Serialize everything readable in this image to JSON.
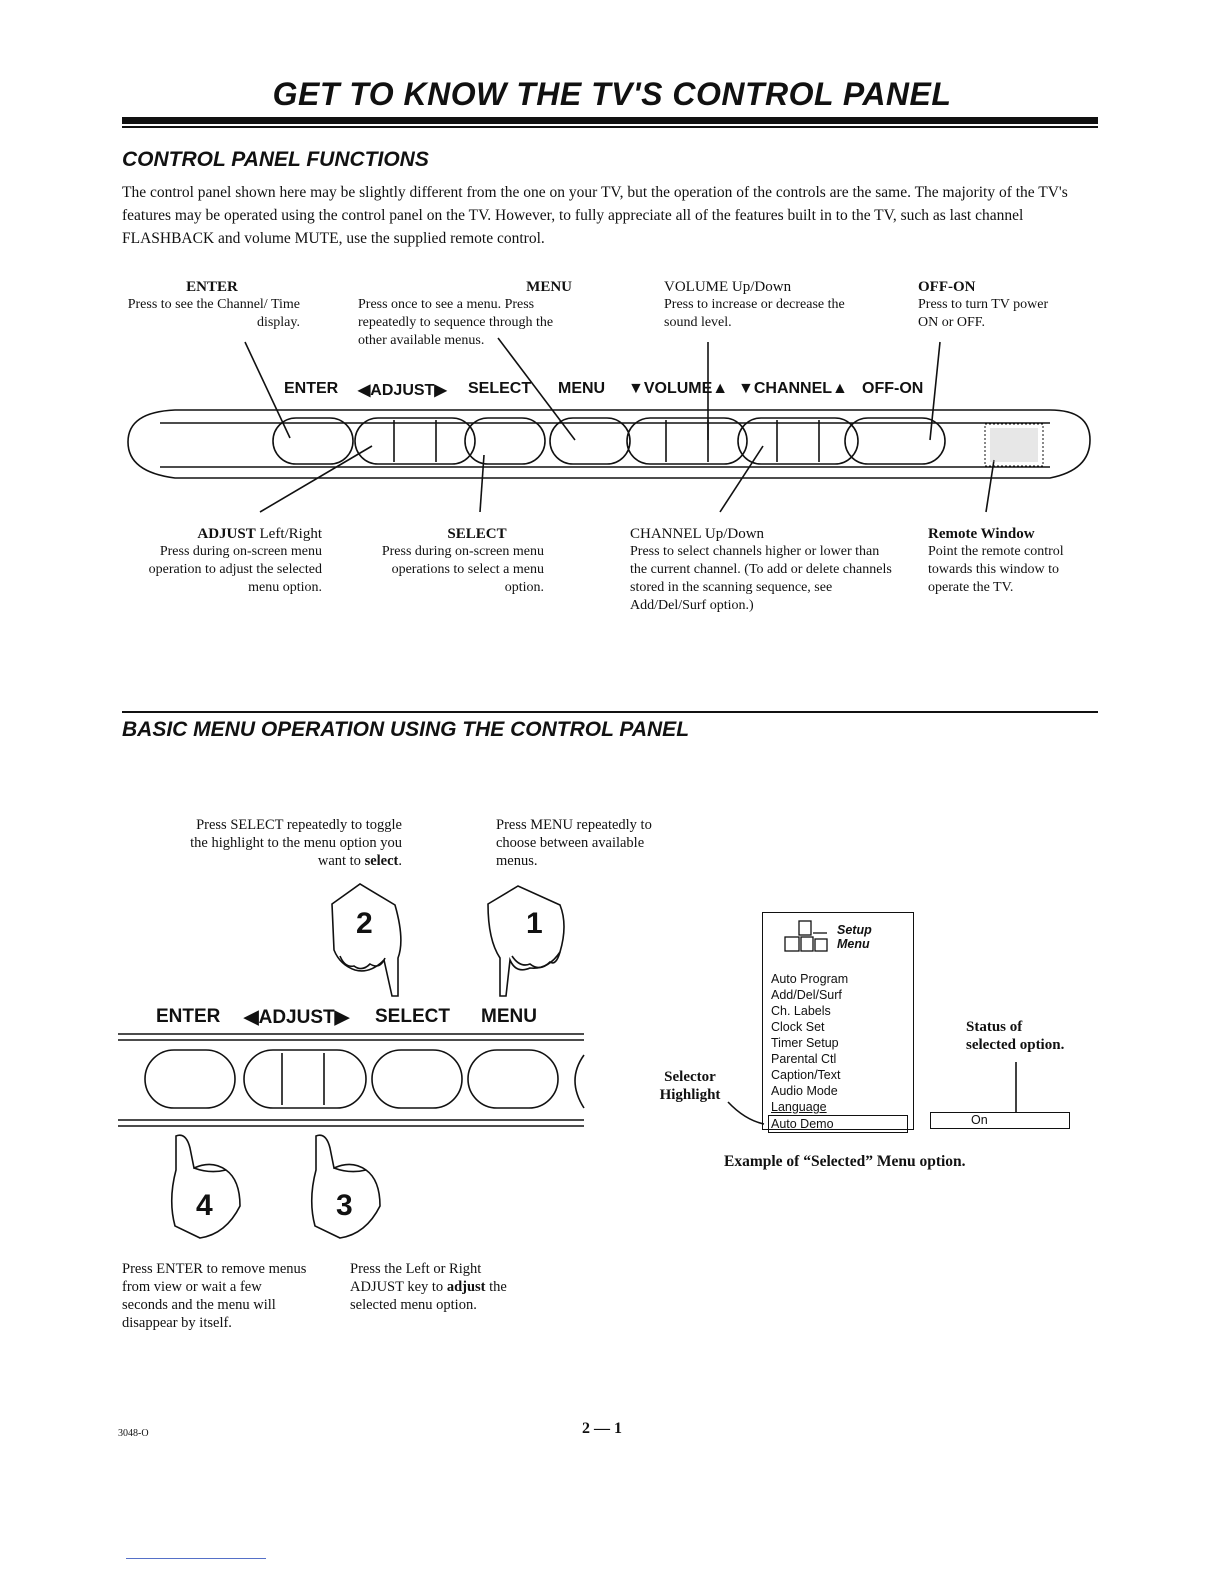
{
  "page_title": "GET TO KNOW THE TV'S CONTROL PANEL",
  "section1": {
    "heading": "CONTROL PANEL FUNCTIONS",
    "intro": "The control panel shown here may be slightly different from the one on your TV, but the operation of the controls are the same. The majority of the TV's features may be operated using the control panel on the TV.  However, to fully appreciate all of the features built in to the TV, such as last channel FLASHBACK and volume MUTE, use the supplied remote control."
  },
  "top_callouts": {
    "enter": {
      "title": "ENTER",
      "desc": "Press to see the Channel/ Time display."
    },
    "menu": {
      "title": "MENU",
      "desc": "Press once to see a menu. Press repeatedly to sequence through the other available menus."
    },
    "volume": {
      "title": "VOLUME",
      "title_suffix": " Up/Down",
      "desc": "Press to increase or decrease the sound level."
    },
    "offon": {
      "title": "OFF-ON",
      "desc": "Press to turn TV power ON or OFF."
    }
  },
  "panel_labels": {
    "enter": "ENTER",
    "adjust": "◀ADJUST▶",
    "select": "SELECT",
    "menu": "MENU",
    "volume": "▼VOLUME▲",
    "channel": "▼CHANNEL▲",
    "offon": "OFF-ON"
  },
  "bottom_callouts": {
    "adjust": {
      "title": "ADJUST",
      "title_suffix": " Left/Right",
      "desc": "Press during on-screen menu operation to adjust the selected menu option."
    },
    "select": {
      "title": "SELECT",
      "desc": "Press during on-screen menu operations to select a menu option."
    },
    "channel": {
      "title": "CHANNEL",
      "title_suffix": " Up/Down",
      "desc": "Press to select channels higher or lower than the current channel. (To add or delete channels stored in the scanning sequence, see Add/Del/Surf option.)"
    },
    "remote": {
      "title": "Remote Window",
      "desc": "Point the remote control towards this window to operate the TV."
    }
  },
  "section2": {
    "heading": "BASIC MENU OPERATION USING THE CONTROL PANEL",
    "step2_text": "Press SELECT repeatedly to toggle the highlight to the menu option you want to ",
    "step2_bold": "select",
    "step1_text": "Press MENU repeatedly to choose between available menus.",
    "step4_text": "Press ENTER to remove menus from view or wait a few seconds and the menu will disappear by itself.",
    "step3_text_a": "Press the Left or Right ADJUST key to ",
    "step3_bold": "adjust",
    "step3_text_b": " the selected menu option.",
    "step_numbers": [
      "1",
      "2",
      "3",
      "4"
    ],
    "panel_labels": {
      "enter": "ENTER",
      "adjust": "◀ADJUST▶",
      "select": "SELECT",
      "menu": "MENU"
    }
  },
  "menu_example": {
    "header_line1": "Setup",
    "header_line2": "Menu",
    "items": [
      "Auto Program",
      "Add/Del/Surf",
      "Ch. Labels",
      "Clock Set",
      "Timer Setup",
      "Parental Ctl",
      "Caption/Text",
      "Audio Mode",
      "Language",
      "Auto Demo"
    ],
    "selector_label_1": "Selector",
    "selector_label_2": "Highlight",
    "status_label_1": "Status of",
    "status_label_2": "selected option.",
    "status_value": "On",
    "caption": "Example of “Selected” Menu option."
  },
  "footer": {
    "doc_code": "3048-O",
    "page_number": "2 — 1"
  }
}
